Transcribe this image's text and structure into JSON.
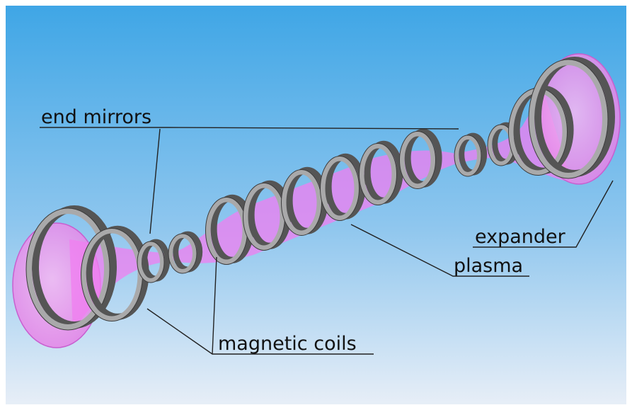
{
  "labels": {
    "end_mirrors": "end mirrors",
    "expander": "expander",
    "plasma": "plasma",
    "magnetic_coils": "magnetic coils"
  },
  "colors": {
    "sky_top": "#3fa6e6",
    "sky_bottom": "#e7eef7",
    "plasma": "#f07ef0",
    "coil_face": "#a9a9aa",
    "coil_edge": "#555555",
    "label_line": "#222222"
  }
}
